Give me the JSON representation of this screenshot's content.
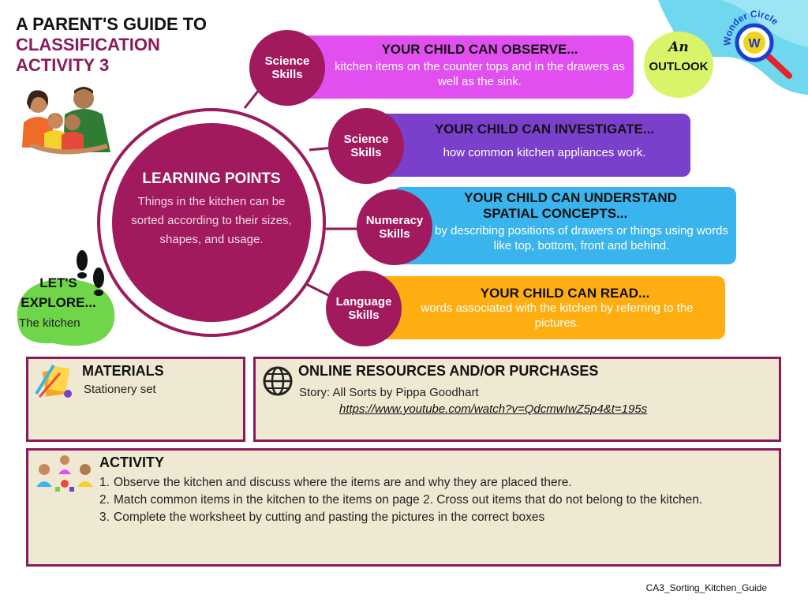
{
  "title": {
    "line1": "A PARENT'S GUIDE TO",
    "line2": "CLASSIFICATION",
    "line3": "ACTIVITY 3"
  },
  "logo": {
    "an": "An",
    "outlook": "OUTLOOK",
    "brand": "Wonder Circle",
    "letter": "W"
  },
  "learning_points": {
    "heading": "LEARNING POINTS",
    "body": "Things in the kitchen can be sorted according to their sizes, shapes, and usage."
  },
  "skills": [
    {
      "skill_line1": "Science",
      "skill_line2": "Skills",
      "heading": "YOUR CHILD CAN OBSERVE...",
      "heading2": "",
      "body": "kitchen items on the counter tops and in the drawers as well as the sink.",
      "color": "#e14ff0"
    },
    {
      "skill_line1": "Science",
      "skill_line2": "Skills",
      "heading": "YOUR CHILD CAN INVESTIGATE...",
      "heading2": "",
      "body": "how common kitchen appliances work.",
      "color": "#7a3fcb"
    },
    {
      "skill_line1": "Numeracy",
      "skill_line2": "Skills",
      "heading": "YOUR CHILD CAN UNDERSTAND",
      "heading2": "SPATIAL CONCEPTS...",
      "body": "by describing positions of drawers or things using words like top, bottom, front and behind.",
      "color": "#3ab4ec"
    },
    {
      "skill_line1": "Language",
      "skill_line2": "Skills",
      "heading": "YOUR CHILD CAN READ...",
      "heading2": "",
      "body": "words associated with the kitchen by referring to the pictures.",
      "color": "#ffae12"
    }
  ],
  "explore": {
    "line1": "LET'S",
    "line2": "EXPLORE...",
    "sub": "The kitchen"
  },
  "materials": {
    "heading": "MATERIALS",
    "text": "Stationery set"
  },
  "resources": {
    "heading": "ONLINE RESOURCES AND/OR PURCHASES",
    "story": "Story: All Sorts by Pippa Goodhart",
    "link": "https://www.youtube.com/watch?v=QdcmwIwZ5p4&t=195s"
  },
  "activity": {
    "heading": "ACTIVITY",
    "steps": [
      {
        "n": "1.",
        "text": "Observe the kitchen and discuss where the items are and why they are placed there."
      },
      {
        "n": "2.",
        "text": "Match common items in the kitchen to the items on page 2. Cross out items that do not belong to the kitchen."
      },
      {
        "n": "3.",
        "text": "Complete the worksheet by cutting and pasting the pictures in the correct boxes"
      }
    ]
  },
  "footer": "CA3_Sorting_Kitchen_Guide",
  "colors": {
    "maroon": "#a21a5e",
    "box_bg": "#efe9d3",
    "explore_green": "#6fd64a",
    "outlook_green": "#d8f56a"
  }
}
